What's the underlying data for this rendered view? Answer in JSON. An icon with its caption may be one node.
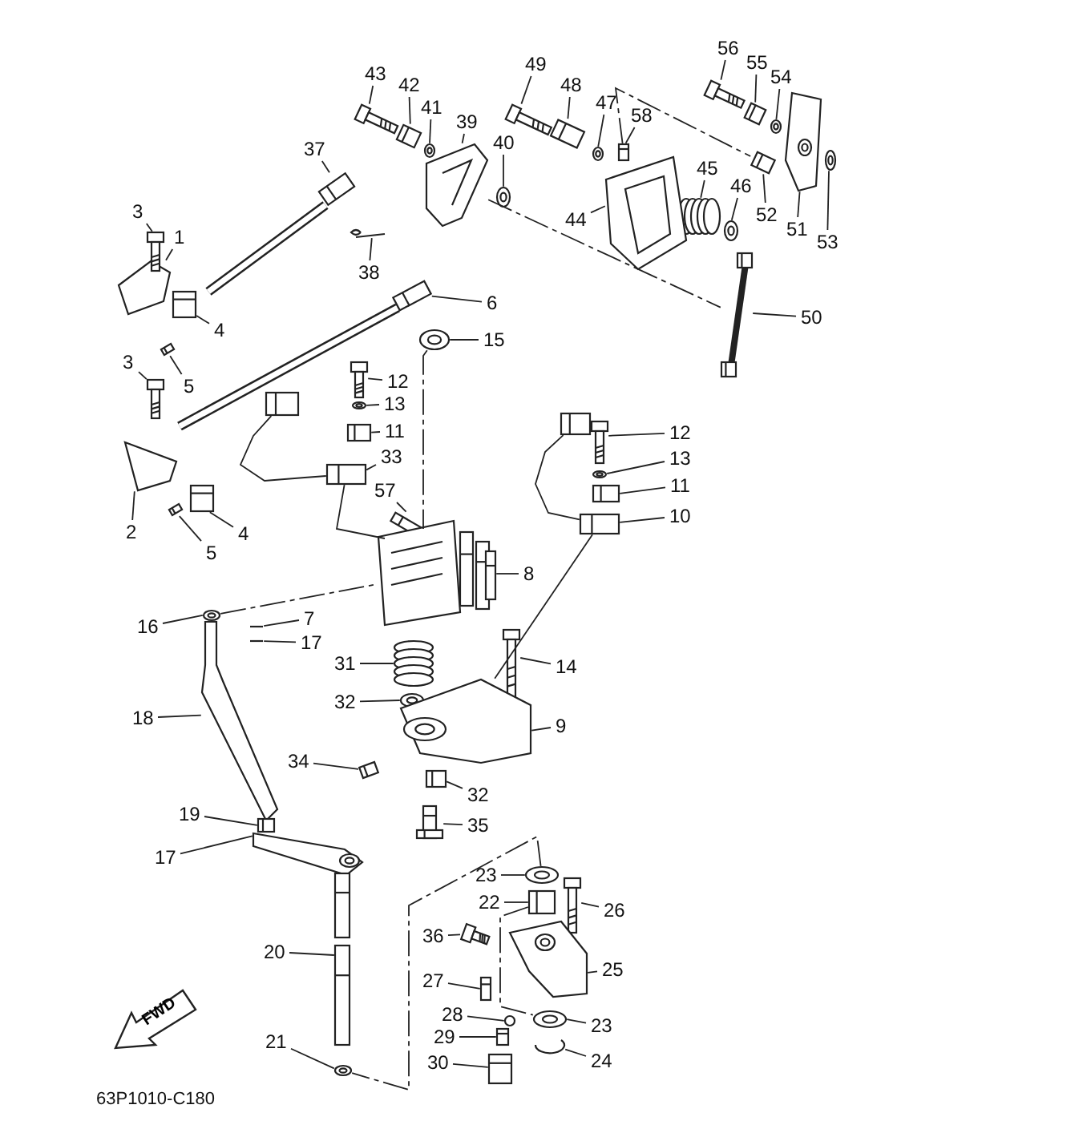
{
  "diagram": {
    "nodes": [
      {
        "text": [
          "43"
        ]
      },
      {
        "text": [
          "42"
        ]
      },
      {
        "text": [
          "41"
        ]
      },
      {
        "text": [
          "49"
        ]
      },
      {
        "text": [
          "48"
        ]
      },
      {
        "text": [
          "47"
        ]
      },
      {
        "text": [
          "58"
        ]
      },
      {
        "text": [
          "56"
        ]
      },
      {
        "text": [
          "55"
        ]
      },
      {
        "text": [
          "54"
        ]
      },
      {
        "text": [
          "39"
        ]
      },
      {
        "text": [
          "40"
        ]
      },
      {
        "text": [
          "37"
        ]
      },
      {
        "text": [
          "45"
        ]
      },
      {
        "text": [
          "46"
        ]
      },
      {
        "text": [
          "44"
        ]
      },
      {
        "text": [
          "52"
        ]
      },
      {
        "text": [
          "51"
        ]
      },
      {
        "text": [
          "53"
        ]
      },
      {
        "text": [
          "1"
        ]
      },
      {
        "text": [
          "3"
        ]
      },
      {
        "text": [
          "38"
        ]
      },
      {
        "text": [
          "6"
        ]
      },
      {
        "text": [
          "15"
        ]
      },
      {
        "text": [
          "50"
        ]
      },
      {
        "text": [
          "4"
        ]
      },
      {
        "text": [
          "5"
        ]
      },
      {
        "text": [
          "3"
        ]
      },
      {
        "text": [
          "12"
        ]
      },
      {
        "text": [
          "13"
        ]
      },
      {
        "text": [
          "11"
        ]
      },
      {
        "text": [
          "12"
        ]
      },
      {
        "text": [
          "13"
        ]
      },
      {
        "text": [
          "33"
        ]
      },
      {
        "text": [
          "11"
        ]
      },
      {
        "text": [
          "57"
        ]
      },
      {
        "text": [
          "10"
        ]
      },
      {
        "text": [
          "2"
        ]
      },
      {
        "text": [
          "4"
        ]
      },
      {
        "text": [
          "5"
        ]
      },
      {
        "text": [
          "8"
        ]
      },
      {
        "text": [
          "16"
        ]
      },
      {
        "text": [
          "7"
        ]
      },
      {
        "text": [
          "17"
        ]
      },
      {
        "text": [
          "31"
        ]
      },
      {
        "text": [
          "14"
        ]
      },
      {
        "text": [
          "32"
        ]
      },
      {
        "text": [
          "18"
        ]
      },
      {
        "text": [
          "9"
        ]
      },
      {
        "text": [
          "34"
        ]
      },
      {
        "text": [
          "32"
        ]
      },
      {
        "text": [
          "19"
        ]
      },
      {
        "text": [
          "35"
        ]
      },
      {
        "text": [
          "17"
        ]
      },
      {
        "text": [
          "23"
        ]
      },
      {
        "text": [
          "22"
        ]
      },
      {
        "text": [
          "26"
        ]
      },
      {
        "text": [
          "36"
        ]
      },
      {
        "text": [
          "25"
        ]
      },
      {
        "text": [
          "20"
        ]
      },
      {
        "text": [
          "27"
        ]
      },
      {
        "text": [
          "28"
        ]
      },
      {
        "text": [
          "23"
        ]
      },
      {
        "text": [
          "29"
        ]
      },
      {
        "text": [
          "24"
        ]
      },
      {
        "text": [
          "21"
        ]
      },
      {
        "text": [
          "30"
        ]
      },
      {
        "text": [
          "FWD"
        ]
      },
      {
        "text": [],
        "shape": "picture"
      },
      {
        "text": [],
        "shape": "picture"
      },
      {
        "text": [],
        "shape": "picture"
      },
      {
        "text": [],
        "shape": "picture"
      },
      {
        "text": [],
        "shape": "picture"
      },
      {
        "text": [],
        "shape": "picture"
      },
      {
        "text": [],
        "shape": "picture"
      },
      {
        "text": [],
        "shape": "picture"
      },
      {
        "text": [],
        "shape": "picture"
      },
      {
        "text": [],
        "shape": "picture"
      },
      {
        "text": [],
        "shape": "picture"
      },
      {
        "text": [],
        "shape": "picture"
      },
      {
        "text": [],
        "shape": "picture"
      },
      {
        "text": [],
        "shape": "picture"
      },
      {
        "text": [],
        "shape": "picture"
      },
      {
        "text": [],
        "shape": "picture"
      },
      {
        "text": [],
        "shape": "picture"
      },
      {
        "text": [],
        "shape": "picture"
      },
      {
        "text": [],
        "shape": "picture"
      },
      {
        "text": [],
        "shape": "picture"
      },
      {
        "text": [],
        "shape": "picture"
      },
      {
        "text": [],
        "shape": "picture"
      },
      {
        "text": [],
        "shape": "picture"
      },
      {
        "text": [],
        "shape": "picture"
      },
      {
        "text": [],
        "shape": "picture"
      },
      {
        "text": [],
        "shape": "picture"
      },
      {
        "text": [],
        "shape": "picture"
      },
      {
        "text": [],
        "shape": "picture"
      },
      {
        "text": [],
        "shape": "picture"
      },
      {
        "text": [],
        "shape": "picture"
      },
      {
        "text": [],
        "shape": "picture"
      },
      {
        "text": [],
        "shape": "picture"
      },
      {
        "text": [],
        "shape": "picture"
      },
      {
        "text": [],
        "shape": "picture"
      },
      {
        "text": [],
        "shape": "picture"
      },
      {
        "text": [],
        "shape": "picture"
      },
      {
        "text": [],
        "shape": "picture"
      },
      {
        "text": [],
        "shape": "picture"
      },
      {
        "text": [],
        "shape": "picture"
      },
      {
        "text": [],
        "shape": "picture"
      },
      {
        "text": [],
        "shape": "picture"
      },
      {
        "text": [],
        "shape": "picture"
      },
      {
        "text": [],
        "shape": "picture"
      },
      {
        "text": [],
        "shape": "picture"
      },
      {
        "text": [],
        "shape": "picture"
      },
      {
        "text": [],
        "shape": "picture"
      },
      {
        "text": [],
        "shape": "picture"
      },
      {
        "text": [],
        "shape": "picture"
      },
      {
        "text": [],
        "shape": "picture"
      },
      {
        "text": [],
        "shape": "picture"
      },
      {
        "text": [],
        "shape": "picture"
      },
      {
        "text": [],
        "shape": "picture"
      },
      {
        "text": [],
        "shape": "picture"
      },
      {
        "text": [],
        "shape": "picture"
      },
      {
        "text": [],
        "shape": "picture"
      },
      {
        "text": [],
        "shape": "picture"
      },
      {
        "text": [],
        "shape": "picture"
      },
      {
        "text": [],
        "shape": "picture"
      },
      {
        "text": [],
        "shape": "picture"
      },
      {
        "text": [],
        "shape": "picture"
      },
      {
        "text": [],
        "shape": "picture"
      },
      {
        "text": [],
        "shape": "circle"
      },
      {
        "text": [],
        "shape": "picture"
      },
      {
        "text": [],
        "shape": "picture"
      },
      {
        "text": [],
        "shape": "picture"
      },
      {
        "text": [],
        "shape": "picture"
      },
      {
        "text": [],
        "shape": "picture"
      },
      {
        "text": [],
        "shape": "box"
      },
      {
        "text": [],
        "shape": "box"
      }
    ],
    "edges": [
      {
        "from": 0,
        "to": 68,
        "arrow": "none"
      },
      {
        "from": 1,
        "to": 69,
        "arrow": "none"
      },
      {
        "from": 2,
        "to": 70,
        "arrow": "none"
      },
      {
        "from": 3,
        "to": 71,
        "arrow": "none"
      },
      {
        "from": 4,
        "to": 72,
        "arrow": "none"
      },
      {
        "from": 5,
        "to": 73,
        "arrow": "none"
      },
      {
        "from": 6,
        "to": 74,
        "arrow": "none"
      },
      {
        "from": 7,
        "to": 75,
        "arrow": "none"
      },
      {
        "from": 8,
        "to": 76,
        "arrow": "none"
      },
      {
        "from": 9,
        "to": 77,
        "arrow": "none"
      },
      {
        "from": 10,
        "to": 78,
        "arrow": "none"
      },
      {
        "from": 11,
        "to": 79,
        "arrow": "none"
      },
      {
        "from": 12,
        "to": 80,
        "arrow": "none"
      },
      {
        "from": 13,
        "to": 81,
        "arrow": "none"
      },
      {
        "from": 14,
        "to": 82,
        "arrow": "none"
      },
      {
        "from": 15,
        "to": 83,
        "arrow": "none"
      },
      {
        "from": 16,
        "to": 84,
        "arrow": "none"
      },
      {
        "from": 17,
        "to": 85,
        "arrow": "none"
      },
      {
        "from": 18,
        "to": 86,
        "arrow": "none"
      },
      {
        "from": 19,
        "to": 87,
        "arrow": "none"
      },
      {
        "from": 20,
        "to": 88,
        "arrow": "none"
      },
      {
        "from": 21,
        "to": 89,
        "arrow": "none"
      },
      {
        "from": 22,
        "to": 90,
        "arrow": "none"
      },
      {
        "from": 23,
        "to": 91,
        "arrow": "none"
      },
      {
        "from": 24,
        "to": 92,
        "arrow": "none"
      },
      {
        "from": 25,
        "to": 93,
        "arrow": "none"
      },
      {
        "from": 26,
        "to": 94,
        "arrow": "none"
      },
      {
        "from": 27,
        "to": 95,
        "arrow": "none"
      },
      {
        "from": 28,
        "to": 96,
        "arrow": "none"
      },
      {
        "from": 29,
        "to": 97,
        "arrow": "none"
      },
      {
        "from": 30,
        "to": 98,
        "arrow": "none"
      },
      {
        "from": 31,
        "to": 99,
        "arrow": "none"
      },
      {
        "from": 32,
        "to": 100,
        "arrow": "none"
      },
      {
        "from": 33,
        "to": 101,
        "arrow": "none"
      },
      {
        "from": 34,
        "to": 102,
        "arrow": "none"
      },
      {
        "from": 35,
        "to": 103,
        "arrow": "none"
      },
      {
        "from": 36,
        "to": 104,
        "arrow": "none"
      },
      {
        "from": 37,
        "to": 105,
        "arrow": "none"
      },
      {
        "from": 38,
        "to": 106,
        "arrow": "none"
      },
      {
        "from": 39,
        "to": 107,
        "arrow": "none"
      },
      {
        "from": 40,
        "to": 108,
        "arrow": "none"
      },
      {
        "from": 41,
        "to": 109,
        "arrow": "none"
      },
      {
        "from": 42,
        "to": 110,
        "arrow": "none"
      },
      {
        "from": 43,
        "to": 111,
        "arrow": "none"
      },
      {
        "from": 44,
        "to": 112,
        "arrow": "none"
      },
      {
        "from": 45,
        "to": 113,
        "arrow": "none"
      },
      {
        "from": 46,
        "to": 114,
        "arrow": "none"
      },
      {
        "from": 47,
        "to": 115,
        "arrow": "none"
      },
      {
        "from": 48,
        "to": 116,
        "arrow": "none"
      },
      {
        "from": 49,
        "to": 117,
        "arrow": "none"
      },
      {
        "from": 50,
        "to": 118,
        "arrow": "none"
      },
      {
        "from": 51,
        "to": 119,
        "arrow": "none"
      },
      {
        "from": 52,
        "to": 120,
        "arrow": "none"
      },
      {
        "from": 53,
        "to": 121,
        "arrow": "none"
      },
      {
        "from": 54,
        "to": 122,
        "arrow": "none"
      },
      {
        "from": 55,
        "to": 123,
        "arrow": "none"
      },
      {
        "from": 56,
        "to": 124,
        "arrow": "none"
      },
      {
        "from": 57,
        "to": 125,
        "arrow": "none"
      },
      {
        "from": 58,
        "to": 126,
        "arrow": "none"
      },
      {
        "from": 59,
        "to": 127,
        "arrow": "none"
      },
      {
        "from": 60,
        "to": 128,
        "arrow": "none"
      },
      {
        "from": 61,
        "to": 129,
        "arrow": "none"
      },
      {
        "from": 62,
        "to": 130,
        "arrow": "none"
      },
      {
        "from": 63,
        "to": 131,
        "arrow": "none"
      },
      {
        "from": 64,
        "to": 132,
        "arrow": "none"
      },
      {
        "from": 65,
        "to": 133,
        "arrow": "none"
      },
      {
        "from": 66,
        "to": 134,
        "arrow": "none"
      },
      {
        "from": 78,
        "to": 92,
        "arrow": "none",
        "style": "dashed"
      },
      {
        "from": 109,
        "to": 108,
        "arrow": "none",
        "style": "dashed"
      },
      {
        "from": 91,
        "to": 108,
        "arrow": "none",
        "style": "dashed"
      },
      {
        "from": 74,
        "to": 84,
        "arrow": "none",
        "style": "dashed"
      },
      {
        "from": 123,
        "to": 130,
        "arrow": "none",
        "style": "dashed"
      },
      {
        "from": 101,
        "to": 108,
        "arrow": "none"
      },
      {
        "from": 104,
        "to": 116,
        "arrow": "none"
      },
      {
        "from": 122,
        "to": 133,
        "arrow": "none",
        "style": "dashed"
      },
      {
        "from": 135,
        "to": 101,
        "arrow": "none"
      },
      {
        "from": 136,
        "to": 104,
        "arrow": "none"
      }
    ],
    "labels": [
      "63P1010-C180"
    ]
  }
}
